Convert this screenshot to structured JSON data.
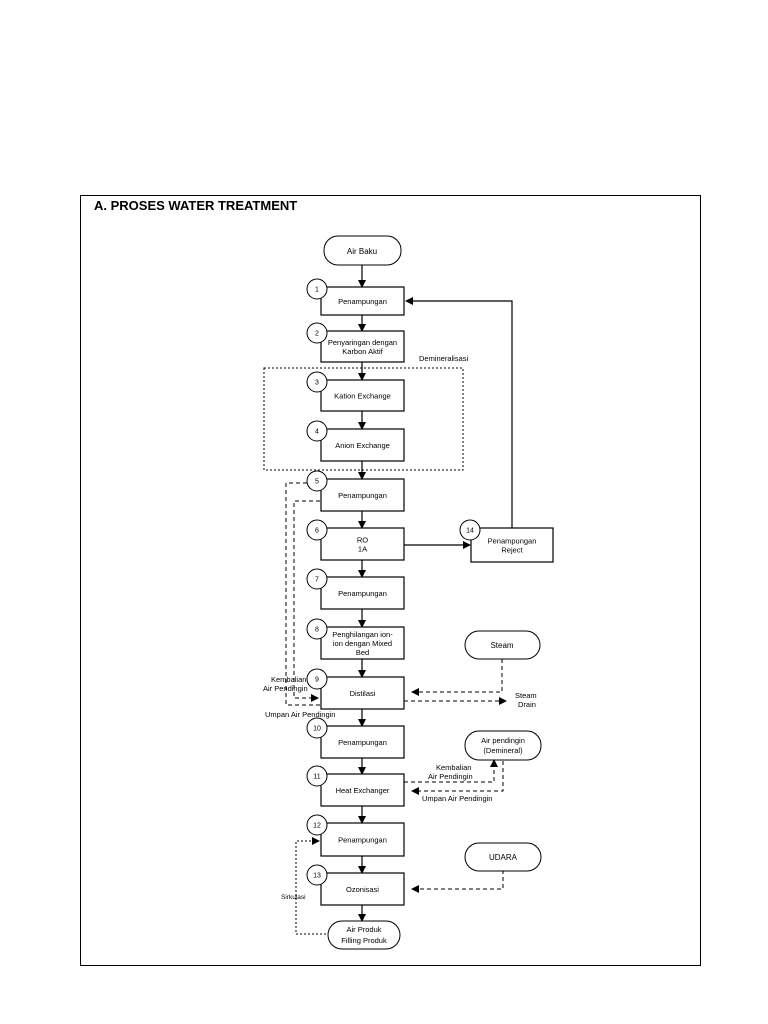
{
  "title": "A.  PROSES WATER TREATMENT",
  "group_label": "Demineralisasi",
  "terminals": {
    "start": "Air Baku",
    "steam": "Steam",
    "cooling_line1": "Air pendingin",
    "cooling_line2": "(Demineral)",
    "udara": "UDARA",
    "end_line1": "Air Produk",
    "end_line2": "Filling Produk"
  },
  "steps": [
    {
      "num": "1",
      "label": [
        "Penampungan"
      ]
    },
    {
      "num": "2",
      "label": [
        "Penyaringan dengan",
        "Karbon Aktif"
      ]
    },
    {
      "num": "3",
      "label": [
        "Kation Exchange"
      ]
    },
    {
      "num": "4",
      "label": [
        "Anion Exchange"
      ]
    },
    {
      "num": "5",
      "label": [
        "Penampungan"
      ]
    },
    {
      "num": "6",
      "label": [
        "RO",
        "1A"
      ]
    },
    {
      "num": "7",
      "label": [
        "Penampungan"
      ]
    },
    {
      "num": "8",
      "label": [
        "Penghilangan ion-",
        "ion dengan Mixed",
        "Bed"
      ]
    },
    {
      "num": "9",
      "label": [
        "Distilasi"
      ]
    },
    {
      "num": "10",
      "label": [
        "Penampungan"
      ]
    },
    {
      "num": "11",
      "label": [
        "Heat Exchanger"
      ]
    },
    {
      "num": "12",
      "label": [
        "Penampungan"
      ]
    },
    {
      "num": "13",
      "label": [
        "Ozonisasi"
      ]
    },
    {
      "num": "14",
      "label": [
        "Penampungan",
        "Reject"
      ]
    }
  ],
  "annotations": {
    "kembalian_1": "Kembalian",
    "kembalian_2": "Air Pendingin",
    "umpan_distilasi": "Umpan Air Pendingin",
    "steam_drain_1": "Steam",
    "steam_drain_2": "Drain",
    "kembalian_hx_1": "Kembalian",
    "kembalian_hx_2": "Air Pendingin",
    "umpan_hx": "Umpan Air Pendingin",
    "sirkulasi": "Sirkulasi"
  }
}
